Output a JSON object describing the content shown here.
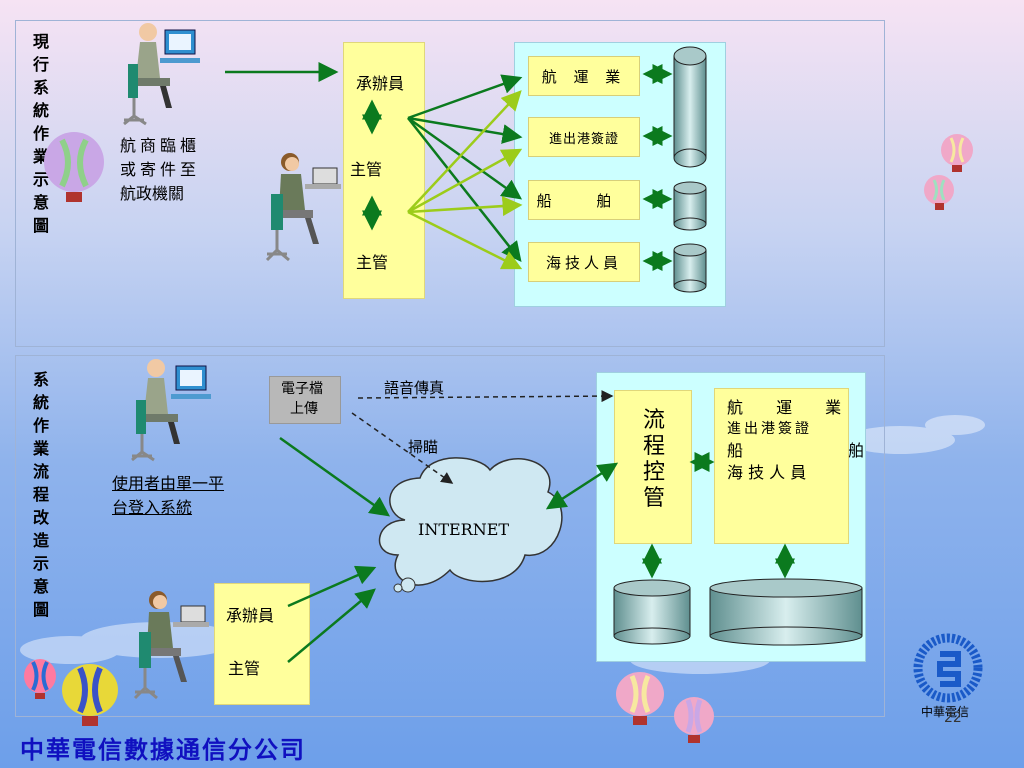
{
  "top_section": {
    "side_title": "現行系統作業示意圖",
    "person_caption_line1": "航商臨櫃",
    "person_caption_line2": "或寄件至",
    "person_caption_line3": "航政機關",
    "staff_column": [
      "承辦員",
      "主管",
      "主管"
    ],
    "targets": [
      "航 運 業",
      "進出港簽證",
      "船 舶",
      "海技人員"
    ]
  },
  "bottom_section": {
    "side_title": "系統作業流程改造示意圖",
    "upload_box_line1": "電子檔",
    "upload_box_line2": "上傳",
    "fax_label": "語音傳真",
    "scan_label": "掃瞄",
    "user_caption_line1": "使用者由單一平",
    "user_caption_line2": "台登入系統",
    "internet_label": "INTERNET",
    "staff_column": [
      "承辦員",
      "主管"
    ],
    "flow_control": "流程控管",
    "services": [
      "航 運 業",
      "進出港簽證",
      "船 舶",
      "海 技 人 員"
    ]
  },
  "footer": {
    "company": "中華電信數據通信分公司",
    "logo_text": "中華電信",
    "page_number": "22"
  },
  "colors": {
    "panel_yellow": "#ffff9c",
    "panel_cyan": "#ccffff",
    "arrow_dark_green": "#0b7a1e",
    "arrow_light_green": "#9ccc1a",
    "footer_blue": "#1010c0"
  }
}
